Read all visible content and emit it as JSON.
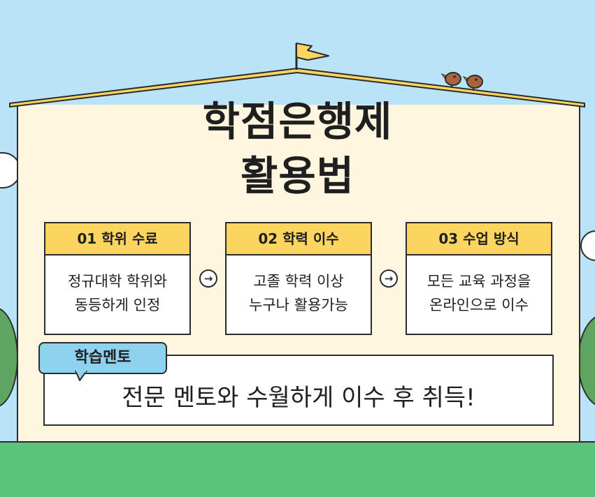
{
  "title": {
    "line1": "학점은행제",
    "line2": "활용법"
  },
  "steps": [
    {
      "label": "01  학위 수료",
      "line1": "정규대학 학위와",
      "line2": "동등하게 인정"
    },
    {
      "label": "02  학력 이수",
      "line1": "고졸 학력 이상",
      "line2": "누구나 활용가능"
    },
    {
      "label": "03  수업 방식",
      "line1": "모든 교육 과정을",
      "line2": "온라인으로 이수"
    }
  ],
  "arrow_glyph": "→",
  "mentor": {
    "tag": "학습멘토",
    "text": "전문 멘토와 수월하게 이수 후 취득!"
  },
  "colors": {
    "sky": "#b9e4f7",
    "wall": "#fff6df",
    "header": "#fbd55f",
    "tag": "#8fd2ef",
    "grass": "#5bc47c"
  },
  "icons": [
    "flag-icon",
    "bird-icon",
    "bird-icon",
    "arrow-right-circle-icon",
    "arrow-right-circle-icon"
  ]
}
